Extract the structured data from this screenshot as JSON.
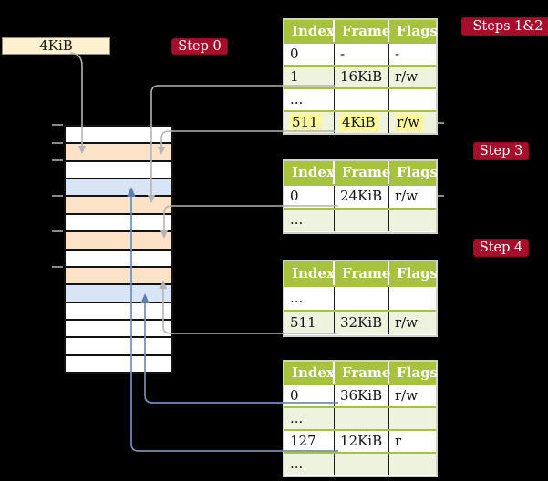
{
  "page_size_box": {
    "label": "4KiB"
  },
  "step_badges": {
    "step0": "Step 0",
    "steps12": "Steps 1&2",
    "step3": "Step 3",
    "step4": "Step 4"
  },
  "page_tables": [
    {
      "step": "Steps 1&2",
      "headers": [
        "Index",
        "Frame",
        "Flags"
      ],
      "rows": [
        {
          "cells": [
            "0",
            "-",
            "-"
          ],
          "shaded": false,
          "highlighted": false
        },
        {
          "cells": [
            "1",
            "16KiB",
            "r/w"
          ],
          "shaded": true,
          "highlighted": false
        },
        {
          "cells": [
            "...",
            "",
            ""
          ],
          "shaded": false,
          "highlighted": false
        },
        {
          "cells": [
            "511",
            "4KiB",
            "r/w"
          ],
          "shaded": true,
          "highlighted": true
        }
      ]
    },
    {
      "step": "Step 3",
      "headers": [
        "Index",
        "Frame",
        "Flags"
      ],
      "rows": [
        {
          "cells": [
            "0",
            "24KiB",
            "r/w"
          ],
          "shaded": false,
          "highlighted": false
        },
        {
          "cells": [
            "...",
            "",
            ""
          ],
          "shaded": true,
          "highlighted": false
        }
      ]
    },
    {
      "step": "Step 4",
      "headers": [
        "Index",
        "Frame",
        "Flags"
      ],
      "rows": [
        {
          "cells": [
            "...",
            "",
            ""
          ],
          "shaded": false,
          "highlighted": false
        },
        {
          "cells": [
            "511",
            "32KiB",
            "r/w"
          ],
          "shaded": true,
          "highlighted": false
        }
      ]
    },
    {
      "step": "",
      "headers": [
        "Index",
        "Frame",
        "Flags"
      ],
      "rows": [
        {
          "cells": [
            "0",
            "36KiB",
            "r/w"
          ],
          "shaded": false,
          "highlighted": false
        },
        {
          "cells": [
            "...",
            "",
            ""
          ],
          "shaded": true,
          "highlighted": false
        },
        {
          "cells": [
            "127",
            "12KiB",
            "r"
          ],
          "shaded": false,
          "highlighted": false
        },
        {
          "cells": [
            "...",
            "",
            ""
          ],
          "shaded": true,
          "highlighted": false
        }
      ]
    }
  ],
  "memory_stack": {
    "row_pattern": [
      "white",
      "orange",
      "white",
      "blue",
      "orange",
      "white",
      "orange",
      "white",
      "orange",
      "blue",
      "white",
      "white",
      "white",
      "white"
    ],
    "tick_ys": [
      136,
      156,
      175,
      214,
      253,
      292
    ]
  },
  "colors": {
    "background": "#000000",
    "badge_red": "#a60e2c",
    "table_header_green": "#a6c23e",
    "table_row_green": "#eef3df",
    "highlight_yellow": "#fbf89b",
    "stack_orange": "#fce3c7",
    "stack_blue": "#d9e4f6",
    "box_cream": "#fdf2cf",
    "arrow_gray": "#b4b4b4",
    "arrow_blue": "#6b8fbe"
  }
}
